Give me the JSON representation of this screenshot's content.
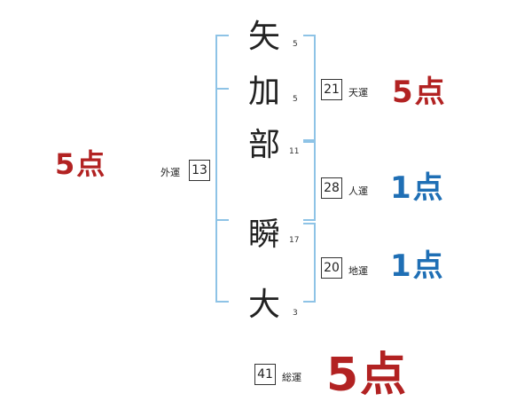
{
  "name": {
    "chars": [
      {
        "char": "矢",
        "strokes": "5"
      },
      {
        "char": "加",
        "strokes": "5"
      },
      {
        "char": "部",
        "strokes": "11"
      },
      {
        "char": "瞬",
        "strokes": "17"
      },
      {
        "char": "大",
        "strokes": "3"
      }
    ]
  },
  "fortunes": {
    "gaiun": {
      "label": "外運",
      "value": "13",
      "score": "5点"
    },
    "tenun": {
      "label": "天運",
      "value": "21",
      "score": "5点"
    },
    "jinun": {
      "label": "人運",
      "value": "28",
      "score": "1点"
    },
    "chiun": {
      "label": "地運",
      "value": "20",
      "score": "1点"
    },
    "souun": {
      "label": "総運",
      "value": "41",
      "score": "5点"
    }
  },
  "colors": {
    "bracket": "#8ec3e6",
    "score_good": "#b22222",
    "score_low": "#1f6fb5"
  }
}
